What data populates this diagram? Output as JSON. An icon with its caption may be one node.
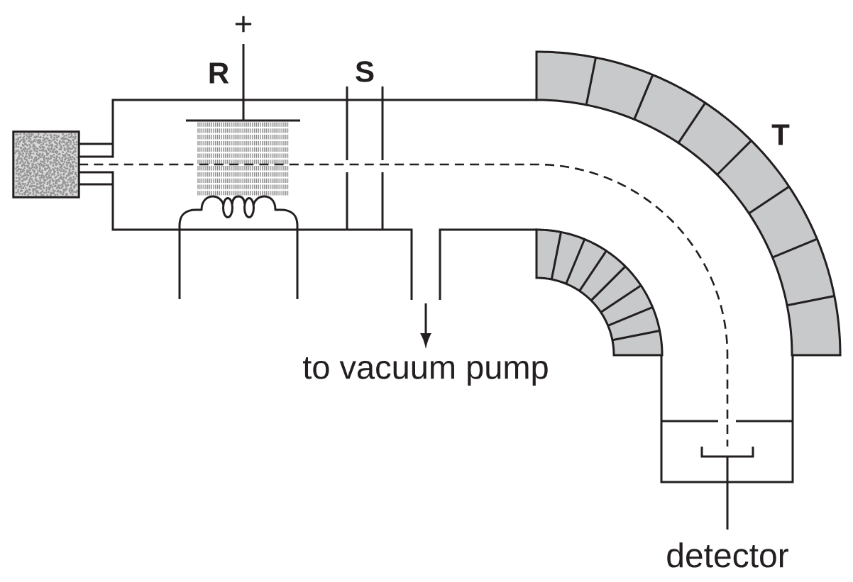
{
  "diagram": {
    "nodes": [
      {
        "text": [],
        "shape": "box"
      },
      {
        "text": [],
        "shape": "picture",
        "beside": [
          "detector"
        ]
      }
    ],
    "edges": [
      {
        "from": 0,
        "to": 1,
        "arrow": "none",
        "style": "dashed"
      }
    ],
    "labels": [
      "+",
      "R",
      "S",
      "T",
      "to vacuum pump"
    ]
  }
}
